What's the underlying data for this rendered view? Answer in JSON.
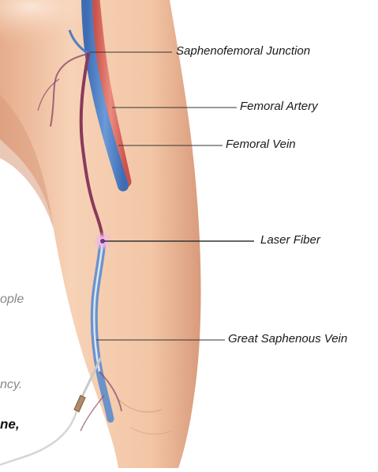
{
  "labels": {
    "saphenofemoral_junction": "Saphenofemoral Junction",
    "femoral_artery": "Femoral Artery",
    "femoral_vein": "Femoral Vein",
    "laser_fiber": "Laser Fiber",
    "great_saphenous_vein": "Great Saphenous Vein"
  },
  "clipped_text": {
    "line1": "ople",
    "line2": "ncy.",
    "line3": "ne,"
  },
  "colors": {
    "skin": "#f2c8a8",
    "skin_shadow": "#dca283",
    "artery": "#d9665a",
    "vein": "#4f7fc4",
    "saphenous": "#8a3a5c",
    "leader_line": "#333333",
    "laser_glow": "#f4b7e6"
  }
}
